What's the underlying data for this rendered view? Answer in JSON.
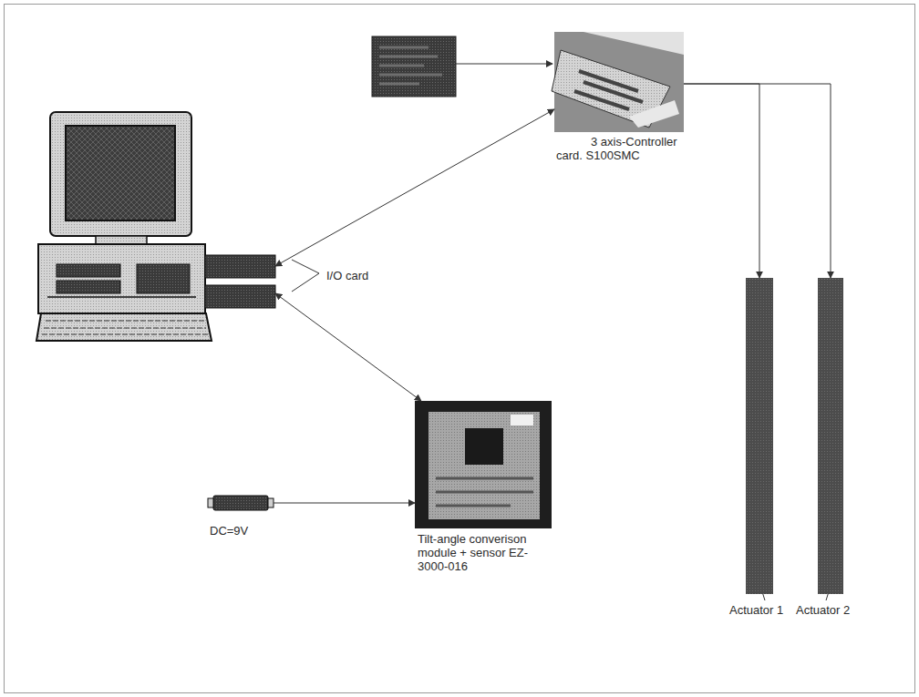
{
  "diagram": {
    "nodes": [
      {
        "text": [
          "3 axis-Controller card. S100SMC"
        ]
      },
      {
        "text": [
          "I/O card"
        ]
      },
      {
        "text": [
          "Tilt-angle converison module + sensor EZ-3000-016"
        ]
      },
      {
        "text": [
          "DC=9V"
        ]
      },
      {
        "text": [
          "Actuator 1"
        ]
      },
      {
        "text": [
          "Actuator 2"
        ]
      }
    ],
    "edges": [
      {
        "from": 1,
        "to": 0,
        "arrow": "both"
      },
      {
        "from": 1,
        "to": 2,
        "arrow": "both"
      },
      {
        "from": 3,
        "to": 2,
        "arrow": "to"
      },
      {
        "from": 0,
        "to": 4,
        "arrow": "to"
      },
      {
        "from": 0,
        "to": 5,
        "arrow": "to"
      }
    ]
  }
}
